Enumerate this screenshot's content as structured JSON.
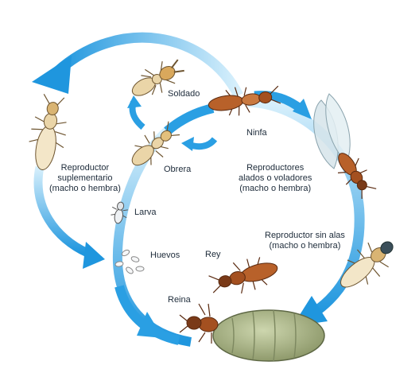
{
  "labels": {
    "soldado": "Soldado",
    "ninfa": "Ninfa",
    "obrera": "Obrera",
    "reproductor_suplementario": [
      "Reproductor",
      "suplementario",
      "(macho o hembra)"
    ],
    "larva": "Larva",
    "huevos": "Huevos",
    "reproductores_alados": [
      "Reproductores",
      "alados o voladores",
      "(macho o hembra)"
    ],
    "reproductor_sin_alas": [
      "Reproductor sin alas",
      "(macho o hembra)"
    ],
    "rey": "Rey",
    "reina": "Reina"
  },
  "colors": {
    "arrow_blue": "#2a9fe3",
    "arrow_light": "#bfe6fa",
    "worker_body": "#ead5a8",
    "worker_outline": "#6e5530",
    "brown_body": "#b8612a",
    "brown_outline": "#5a2a10",
    "queen_abdomen": "#a9b488",
    "wing": "#d6e4ea",
    "label_text": "#1d2b3a"
  },
  "icons": [
    "soldier-termite-icon",
    "nymph-termite-icon",
    "worker-termite-icon",
    "supplementary-reproductive-icon",
    "larva-icon",
    "eggs-icon",
    "winged-reproductive-icon",
    "wingless-reproductive-icon",
    "king-termite-icon",
    "queen-termite-icon"
  ]
}
